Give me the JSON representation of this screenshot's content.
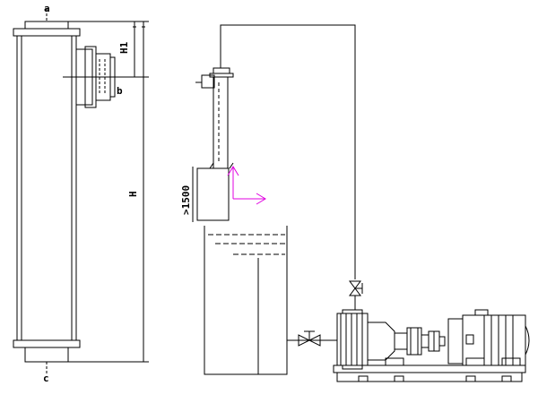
{
  "labels": {
    "a": "a",
    "b": "b",
    "c": "c",
    "h1": "H1",
    "h": "H",
    "depth": ">1500"
  },
  "colors": {
    "line": "#000000",
    "accent": "#e000e0"
  },
  "icons": [
    "valve-icon",
    "pump-motor-icon",
    "tank-icon",
    "separator-column-icon"
  ]
}
